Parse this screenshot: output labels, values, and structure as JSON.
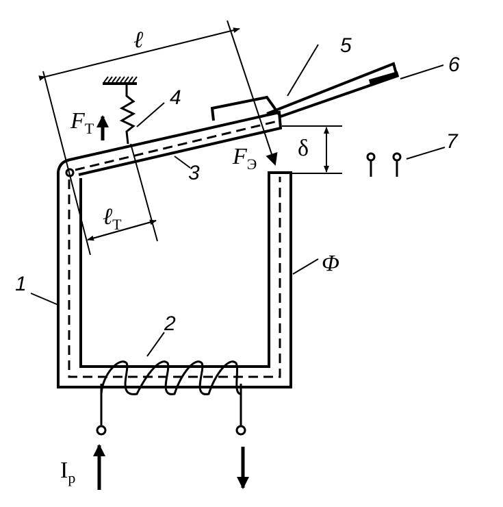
{
  "title": "Electromagnetic relay",
  "labels": {
    "length": "ℓ",
    "contact_spring": "5",
    "contact_tip": "6",
    "return_spring": "4",
    "spring_force": "F",
    "spring_force_sub": "T",
    "armature": "3",
    "em_force": "F",
    "em_force_sub": "Э",
    "air_gap": "δ",
    "fixed_contacts": "7",
    "spring_arm": "ℓ",
    "spring_arm_sub": "T",
    "flux": "Φ",
    "core": "1",
    "coil": "2",
    "current": "I",
    "current_sub": "p"
  }
}
